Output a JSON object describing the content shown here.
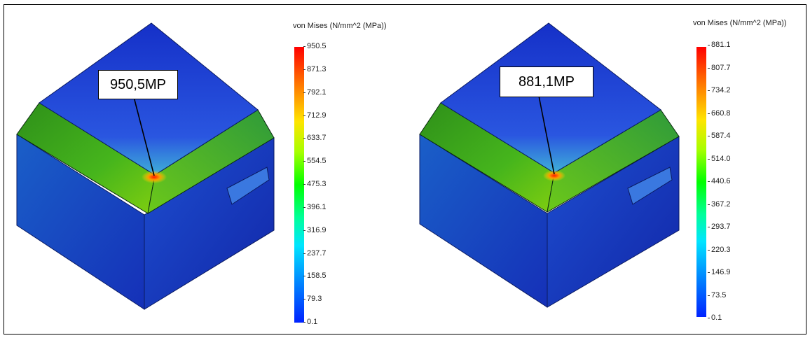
{
  "colors": {
    "accent_hotspot": "#ff2200",
    "model_blue": "#1838d0",
    "edge_green": "#3fb21f"
  },
  "left": {
    "legend_title": "von Mises (N/mm^2 (MPa))",
    "ticks": [
      "950.5",
      "871.3",
      "792.1",
      "712.9",
      "633.7",
      "554.5",
      "475.3",
      "396.1",
      "316.9",
      "237.7",
      "158.5",
      "79.3",
      "0.1"
    ],
    "callout": "950,5MP"
  },
  "right": {
    "legend_title": "von Mises (N/mm^2 (MPa))",
    "ticks": [
      "881.1",
      "807.7",
      "734.2",
      "660.8",
      "587.4",
      "514.0",
      "440.6",
      "367.2",
      "293.7",
      "220.3",
      "146.9",
      "73.5",
      "0.1"
    ],
    "callout": "881,1MP"
  }
}
